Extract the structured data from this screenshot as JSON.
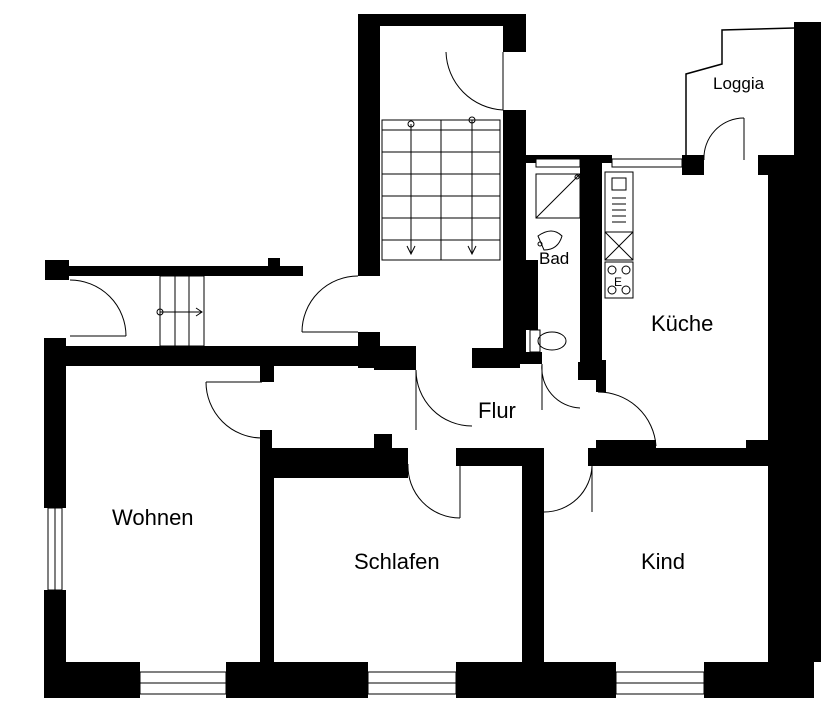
{
  "floorplan": {
    "rooms": {
      "loggia": "Loggia",
      "bad": "Bad",
      "kueche": "Küche",
      "flur": "Flur",
      "wohnen": "Wohnen",
      "schlafen": "Schlafen",
      "kind": "Kind"
    },
    "stove_mark": "E"
  }
}
